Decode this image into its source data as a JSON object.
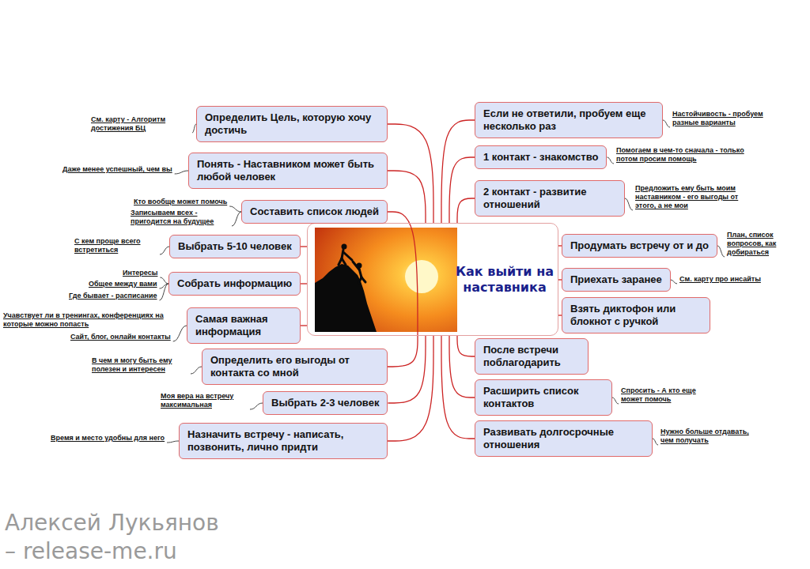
{
  "diagram": {
    "nodes": [
      {
        "text": [
          "Как выйти на наставника"
        ]
      },
      {
        "text": [
          "Определить Цель, которую хочу достичь"
        ]
      },
      {
        "text": [
          "Понять - Наставником может быть любой человек"
        ]
      },
      {
        "text": [
          "Составить список людей"
        ]
      },
      {
        "text": [
          "Выбрать 5-10 человек"
        ]
      },
      {
        "text": [
          "Собрать информацию"
        ]
      },
      {
        "text": [
          "Самая важная информация"
        ]
      },
      {
        "text": [
          "Определить его выгоды от контакта со мной"
        ]
      },
      {
        "text": [
          "Выбрать 2-3 человек"
        ]
      },
      {
        "text": [
          "Назначить встречу - написать, позвонить, лично придти"
        ]
      },
      {
        "text": [
          "Если не ответили, пробуем еще несколько раз"
        ]
      },
      {
        "text": [
          "1 контакт - знакомство"
        ]
      },
      {
        "text": [
          "2 контакт - развитие отношений"
        ]
      },
      {
        "text": [
          "Продумать встречу от и до"
        ]
      },
      {
        "text": [
          "Приехать заранее"
        ]
      },
      {
        "text": [
          "Взять диктофон или блокнот с ручкой"
        ]
      },
      {
        "text": [
          "После встречи поблагодарить"
        ]
      },
      {
        "text": [
          "Расширить список контактов"
        ]
      },
      {
        "text": [
          "Развивать долгосрочные отношения"
        ]
      }
    ],
    "edges": [
      {
        "from": 0,
        "to": 1,
        "arrow": "none"
      },
      {
        "from": 0,
        "to": 2,
        "arrow": "none"
      },
      {
        "from": 0,
        "to": 3,
        "arrow": "none"
      },
      {
        "from": 0,
        "to": 4,
        "arrow": "none"
      },
      {
        "from": 0,
        "to": 5,
        "arrow": "none"
      },
      {
        "from": 0,
        "to": 6,
        "arrow": "none"
      },
      {
        "from": 0,
        "to": 7,
        "arrow": "none"
      },
      {
        "from": 0,
        "to": 8,
        "arrow": "none"
      },
      {
        "from": 0,
        "to": 9,
        "arrow": "none"
      },
      {
        "from": 0,
        "to": 10,
        "arrow": "none"
      },
      {
        "from": 0,
        "to": 11,
        "arrow": "none"
      },
      {
        "from": 0,
        "to": 12,
        "arrow": "none"
      },
      {
        "from": 0,
        "to": 13,
        "arrow": "none"
      },
      {
        "from": 0,
        "to": 14,
        "arrow": "none"
      },
      {
        "from": 0,
        "to": 15,
        "arrow": "none"
      },
      {
        "from": 0,
        "to": 16,
        "arrow": "none"
      },
      {
        "from": 0,
        "to": 17,
        "arrow": "none"
      },
      {
        "from": 0,
        "to": 18,
        "arrow": "none"
      }
    ],
    "labels": [
      "См. карту - Алгоритм достижения БЦ",
      "Даже менее успешный, чем вы",
      "Кто вообще может помочь",
      "Записываем всех - пригодится на будущее",
      "С кем проще всего встретиться",
      "Интересы",
      "Общее между вами",
      "Где бывает - расписание",
      "Учавствует ли в тренингах, конференциях на которые можно попасть",
      "Сайт, блог, онлайн контакты",
      "В чем я могу быть ему полезен и интересен",
      "Моя вера на встречу максимальная",
      "Время и место удобны для него",
      "Настойчивость - пробуем разные варианты",
      "Помогаем в чем-то сначала - только потом просим помощь",
      "Предложить ему быть моим наставником - его выгоды от этого, а не мои",
      "План, список вопросов, как добираться",
      "См. карту про инсайты",
      "Спросить - А кто еще может помочь",
      "Нужно больше отдавать, чем получать",
      "Алексей Лукьянов",
      "– release-me.ru"
    ]
  }
}
